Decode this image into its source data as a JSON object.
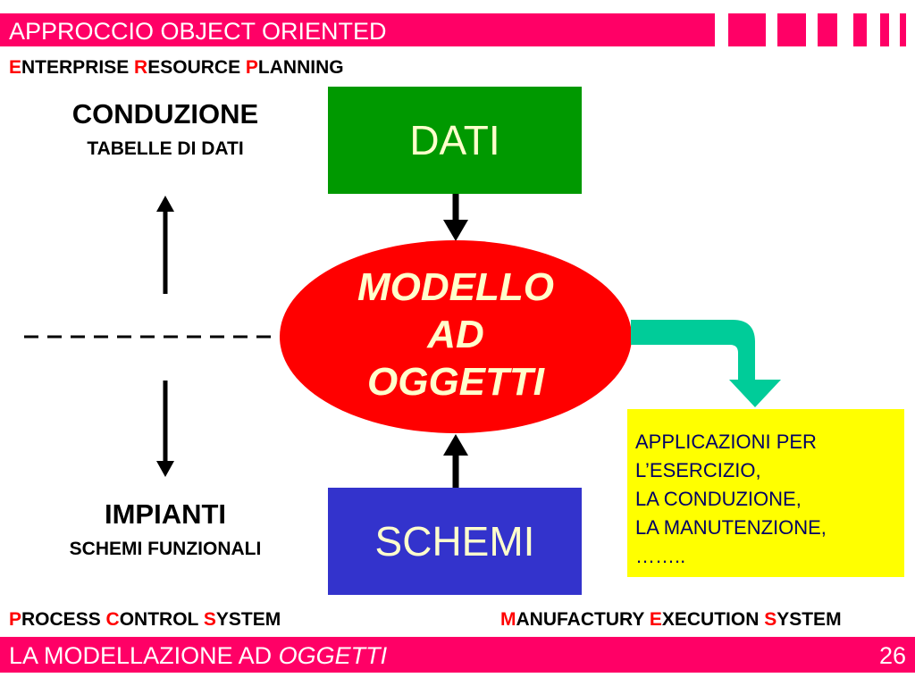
{
  "header": {
    "title": "APPROCCIO OBJECT ORIENTED"
  },
  "erp": {
    "e": "E",
    "e_rest": "NTERPRISE ",
    "r": "R",
    "r_rest": "ESOURCE ",
    "p": "P",
    "p_rest": "LANNING"
  },
  "left_top": {
    "title": "CONDUZIONE",
    "subtitle": "TABELLE DI DATI"
  },
  "left_bottom": {
    "title": "IMPIANTI",
    "subtitle": "SCHEMI FUNZIONALI"
  },
  "dati_box": {
    "label": "DATI"
  },
  "center": {
    "line1": "MODELLO",
    "line2": "AD",
    "line3": "OGGETTI"
  },
  "schemi_box": {
    "label": "SCHEMI"
  },
  "applications": {
    "lines": [
      "APPLICAZIONI PER",
      "L’ESERCIZIO,",
      "LA CONDUZIONE,",
      "LA MANUTENZIONE,",
      "…….."
    ]
  },
  "pcs": {
    "p": "P",
    "p_rest": "ROCESS ",
    "c": "C",
    "c_rest": "ONTROL ",
    "s": "S",
    "s_rest": "YSTEM"
  },
  "mes": {
    "m": "M",
    "m_rest": "ANUFACTURY ",
    "e": "E",
    "e_rest": "XECUTION ",
    "s": "S",
    "s_rest": "YSTEM"
  },
  "footer": {
    "title_plain": "LA MODELLAZIONE AD ",
    "title_italic": "OGGETTI",
    "page_number": "26"
  },
  "colors": {
    "accent": "#ff0066",
    "dati_green": "#009900",
    "schemi_blue": "#3333cc",
    "ellipse_red": "#ff0000",
    "arrow_teal": "#00cc99",
    "app_yellow": "#ffff00",
    "highlight_red": "#ff0000"
  }
}
